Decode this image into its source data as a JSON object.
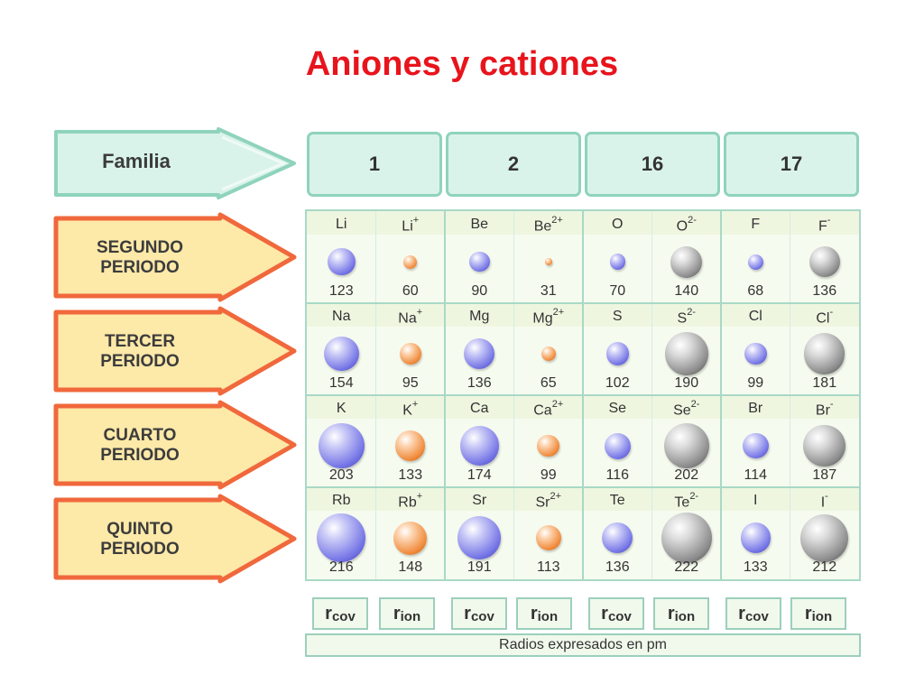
{
  "title": "Aniones y cationes",
  "familia_label": "Familia",
  "families": [
    "1",
    "2",
    "16",
    "17"
  ],
  "periods": [
    {
      "label1": "SEGUNDO",
      "label2": "PERIODO"
    },
    {
      "label1": "TERCER",
      "label2": "PERIODO"
    },
    {
      "label1": "CUARTO",
      "label2": "PERIODO"
    },
    {
      "label1": "QUINTO",
      "label2": "PERIODO"
    }
  ],
  "rows": [
    [
      {
        "sym": "Li",
        "sup": "",
        "val": "123",
        "type": "atom"
      },
      {
        "sym": "Li",
        "sup": "+",
        "val": "60",
        "type": "cation"
      },
      {
        "sym": "Be",
        "sup": "",
        "val": "90",
        "type": "atom"
      },
      {
        "sym": "Be",
        "sup": "2+",
        "val": "31",
        "type": "cation"
      },
      {
        "sym": "O",
        "sup": "",
        "val": "70",
        "type": "atom"
      },
      {
        "sym": "O",
        "sup": "2-",
        "val": "140",
        "type": "anion"
      },
      {
        "sym": "F",
        "sup": "",
        "val": "68",
        "type": "atom"
      },
      {
        "sym": "F",
        "sup": "-",
        "val": "136",
        "type": "anion"
      }
    ],
    [
      {
        "sym": "Na",
        "sup": "",
        "val": "154",
        "type": "atom"
      },
      {
        "sym": "Na",
        "sup": "+",
        "val": "95",
        "type": "cation"
      },
      {
        "sym": "Mg",
        "sup": "",
        "val": "136",
        "type": "atom"
      },
      {
        "sym": "Mg",
        "sup": "2+",
        "val": "65",
        "type": "cation"
      },
      {
        "sym": "S",
        "sup": "",
        "val": "102",
        "type": "atom"
      },
      {
        "sym": "S",
        "sup": "2-",
        "val": "190",
        "type": "anion"
      },
      {
        "sym": "Cl",
        "sup": "",
        "val": "99",
        "type": "atom"
      },
      {
        "sym": "Cl",
        "sup": "-",
        "val": "181",
        "type": "anion"
      }
    ],
    [
      {
        "sym": "K",
        "sup": "",
        "val": "203",
        "type": "atom"
      },
      {
        "sym": "K",
        "sup": "+",
        "val": "133",
        "type": "cation"
      },
      {
        "sym": "Ca",
        "sup": "",
        "val": "174",
        "type": "atom"
      },
      {
        "sym": "Ca",
        "sup": "2+",
        "val": "99",
        "type": "cation"
      },
      {
        "sym": "Se",
        "sup": "",
        "val": "116",
        "type": "atom"
      },
      {
        "sym": "Se",
        "sup": "2-",
        "val": "202",
        "type": "anion"
      },
      {
        "sym": "Br",
        "sup": "",
        "val": "114",
        "type": "atom"
      },
      {
        "sym": "Br",
        "sup": "-",
        "val": "187",
        "type": "anion"
      }
    ],
    [
      {
        "sym": "Rb",
        "sup": "",
        "val": "216",
        "type": "atom"
      },
      {
        "sym": "Rb",
        "sup": "+",
        "val": "148",
        "type": "cation"
      },
      {
        "sym": "Sr",
        "sup": "",
        "val": "191",
        "type": "atom"
      },
      {
        "sym": "Sr",
        "sup": "2+",
        "val": "113",
        "type": "cation"
      },
      {
        "sym": "Te",
        "sup": "",
        "val": "136",
        "type": "atom"
      },
      {
        "sym": "Te",
        "sup": "2-",
        "val": "222",
        "type": "anion"
      },
      {
        "sym": "I",
        "sup": "",
        "val": "133",
        "type": "atom"
      },
      {
        "sym": "I",
        "sup": "-",
        "val": "212",
        "type": "anion"
      }
    ]
  ],
  "legend": [
    {
      "main": "r",
      "sub": "cov"
    },
    {
      "main": "r",
      "sub": "ion"
    },
    {
      "main": "r",
      "sub": "cov"
    },
    {
      "main": "r",
      "sub": "ion"
    },
    {
      "main": "r",
      "sub": "cov"
    },
    {
      "main": "r",
      "sub": "ion"
    },
    {
      "main": "r",
      "sub": "cov"
    },
    {
      "main": "r",
      "sub": "ion"
    }
  ],
  "footer": "Radios expresados en pm",
  "colors": {
    "title": "#e8141c",
    "atom": "#6e6ee0",
    "cation": "#f08a3a",
    "anion": "#7a7a7a",
    "grid_border": "#a8d9c6"
  }
}
